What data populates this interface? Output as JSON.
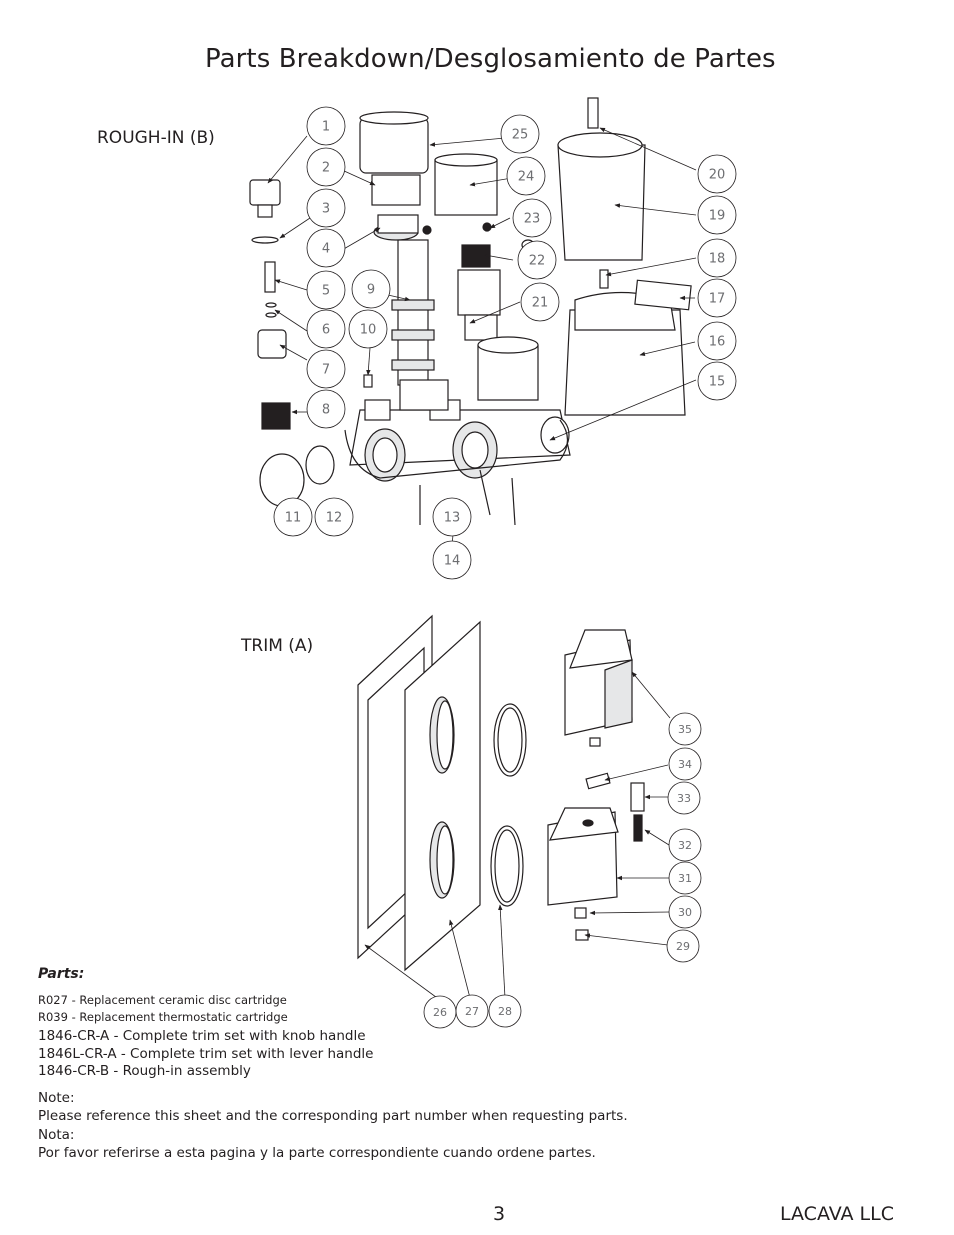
{
  "title": "Parts Breakdown/Desglosamiento de Partes",
  "sections": {
    "rough_in": "ROUGH-IN (B)",
    "trim": "TRIM (A)"
  },
  "callouts": {
    "rough_in": [
      "1",
      "2",
      "3",
      "4",
      "5",
      "6",
      "7",
      "8",
      "9",
      "10",
      "11",
      "12",
      "13",
      "14",
      "15",
      "16",
      "17",
      "18",
      "19",
      "20",
      "21",
      "22",
      "23",
      "24",
      "25"
    ],
    "trim": [
      "26",
      "27",
      "28",
      "29",
      "30",
      "31",
      "32",
      "33",
      "34",
      "35"
    ]
  },
  "parts": {
    "heading": "Parts:",
    "replacements": [
      "R027 - Replacement ceramic disc cartridge",
      "R039 - Replacement thermostatic cartridge"
    ],
    "kits": [
      "1846-CR-A - Complete trim set with knob handle",
      "1846L-CR-A - Complete trim set with lever handle",
      "1846-CR-B - Rough-in assembly"
    ]
  },
  "notes": [
    "Note:",
    "Please reference this sheet and the corresponding part number when requesting parts.",
    "Nota:",
    "Por favor referirse a esta pagina y la parte correspondiente cuando ordene partes."
  ],
  "footer": {
    "page_number": "3",
    "company": "LACAVA LLC"
  }
}
